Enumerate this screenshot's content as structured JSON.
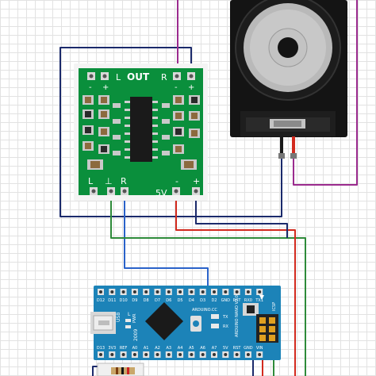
{
  "amp_board": {
    "title": "OUT",
    "top_left": "L",
    "top_right": "R",
    "top_minus": "-",
    "top_plus": "+",
    "bottom_l": "L",
    "bottom_gnd": "⊥",
    "bottom_r": "R",
    "bottom_5v": "5V",
    "bottom_minus": "-",
    "bottom_plus": "+"
  },
  "arduino": {
    "top_labels": [
      "D12",
      "D11",
      "D10",
      "D9",
      "D8",
      "D7",
      "D6",
      "D5",
      "D4",
      "D3",
      "D2",
      "GND",
      "RST",
      "RX0",
      "TX1"
    ],
    "bottom_labels": [
      "D13",
      "3V3",
      "REF",
      "A0",
      "A1",
      "A2",
      "A3",
      "A4",
      "A5",
      "A6",
      "A7",
      "5V",
      "RST",
      "GND",
      "VIN"
    ],
    "brand": "ARDUINO.CC",
    "model": "ARDUINO NANO V3.0",
    "usb_label": "USB",
    "year": "2009",
    "side_labels": [
      "L",
      "PWR"
    ],
    "right_labels": [
      "TX",
      "RX"
    ],
    "icsp_label": "ICSP"
  },
  "colors": {
    "board_green": "#0a8f3c",
    "arduino_blue": "#1c83b8",
    "wire_blue": "#2a62c9",
    "wire_green": "#2e8b3a",
    "wire_red": "#d22a1e",
    "wire_purple": "#9b2b8e",
    "wire_navy": "#1b2a6b"
  }
}
